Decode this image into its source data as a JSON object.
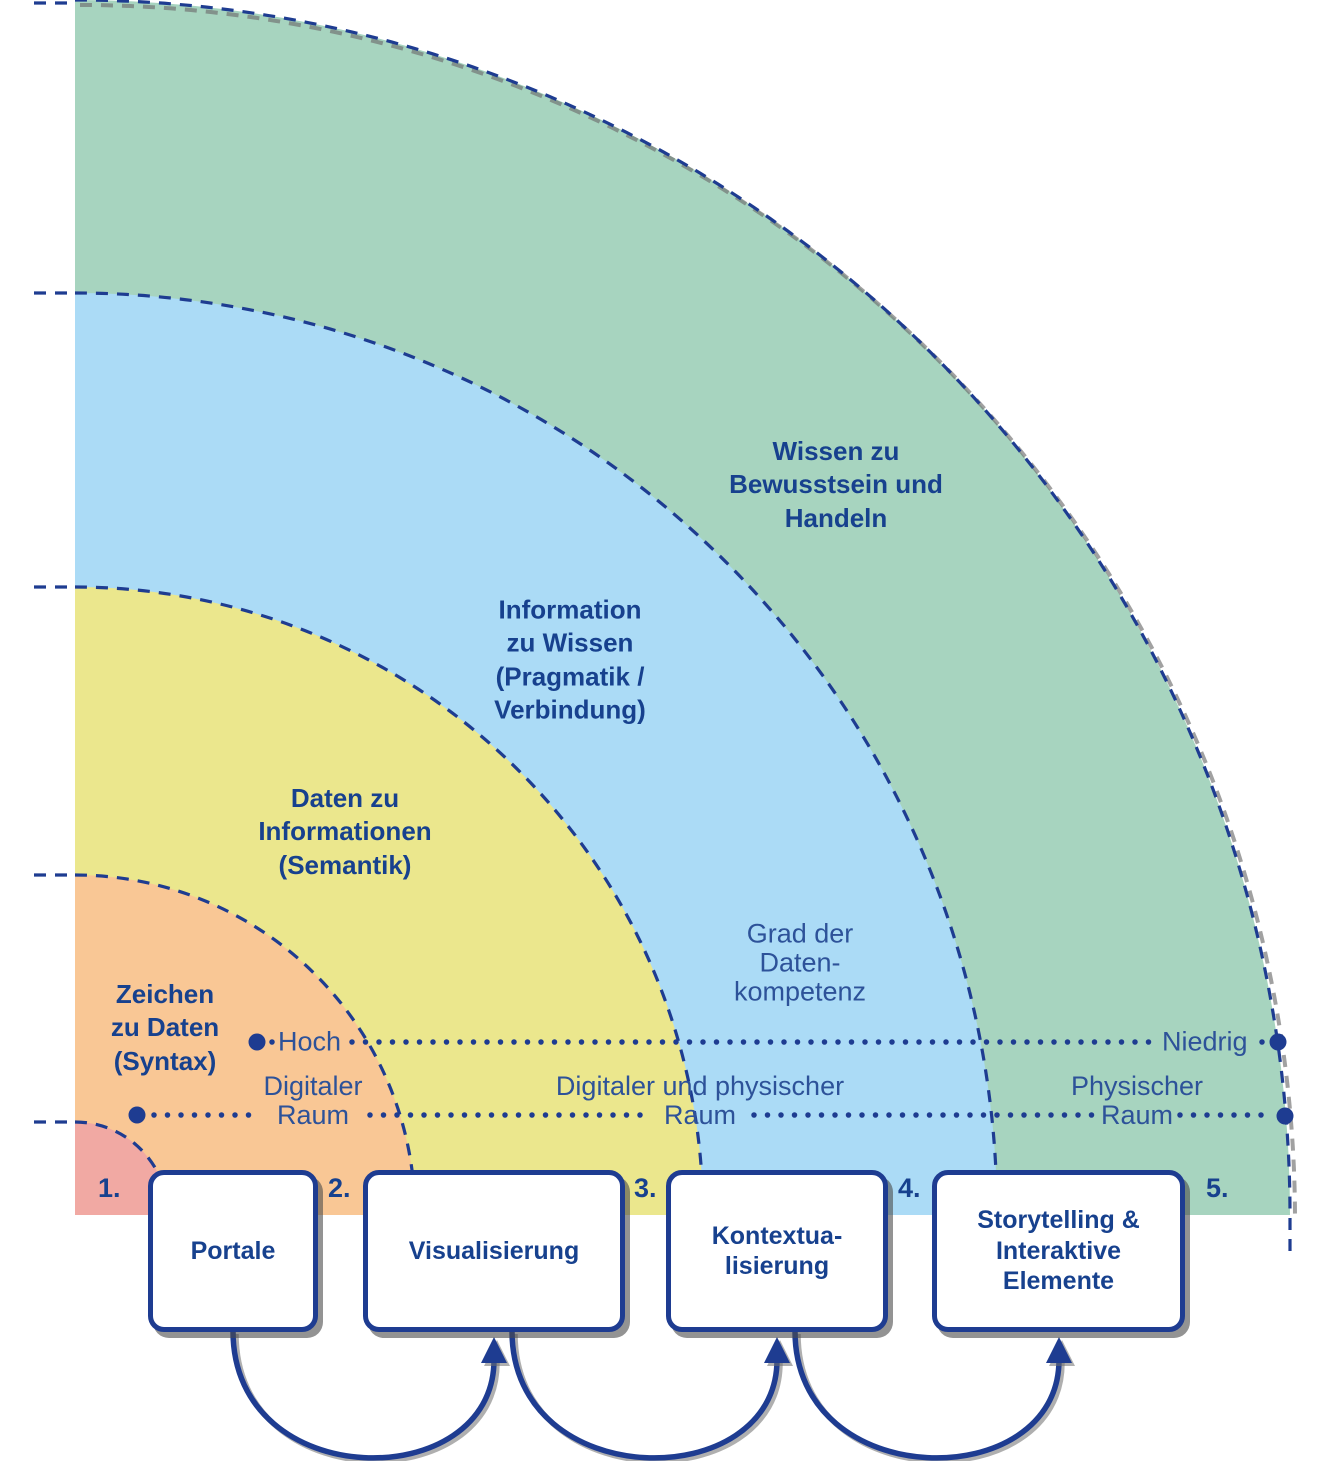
{
  "colors": {
    "ring_green": "#a7d4bf",
    "ring_blue": "#abdbf6",
    "ring_yellow": "#ebe78d",
    "ring_orange": "#f9c795",
    "ring_pink": "#f1a9a3",
    "line_blue": "#1e3c91",
    "label_bold_blue": "#17418e",
    "label_regular_blue": "#2d5299",
    "shadow_grey": "#6e6e6e"
  },
  "rings": [
    {
      "level": 5,
      "label": "Wissen zu\nBewusstsein und\nHandeln"
    },
    {
      "level": 4,
      "label": "Information\nzu Wissen\n(Pragmatik /\nVerbindung)"
    },
    {
      "level": 3,
      "label": "Daten zu\nInformationen\n(Semantik)"
    },
    {
      "level": 2,
      "label": "Zeichen\nzu Daten\n(Syntax)"
    }
  ],
  "axis": {
    "gradient_title": "Grad der\nDaten-\nkompetenz",
    "high": "Hoch",
    "low": "Niedrig",
    "space_inner": "Digitaler\nRaum",
    "space_middle": "Digitaler und physischer\nRaum",
    "space_outer": "Physischer\nRaum"
  },
  "stages": {
    "numbers": [
      "1.",
      "2.",
      "3.",
      "4.",
      "5."
    ],
    "boxes": [
      {
        "label": "Portale"
      },
      {
        "label": "Visualisierung"
      },
      {
        "label": "Kontextua-\nlisierung"
      },
      {
        "label": "Storytelling &\nInteraktive\nElemente"
      }
    ]
  }
}
